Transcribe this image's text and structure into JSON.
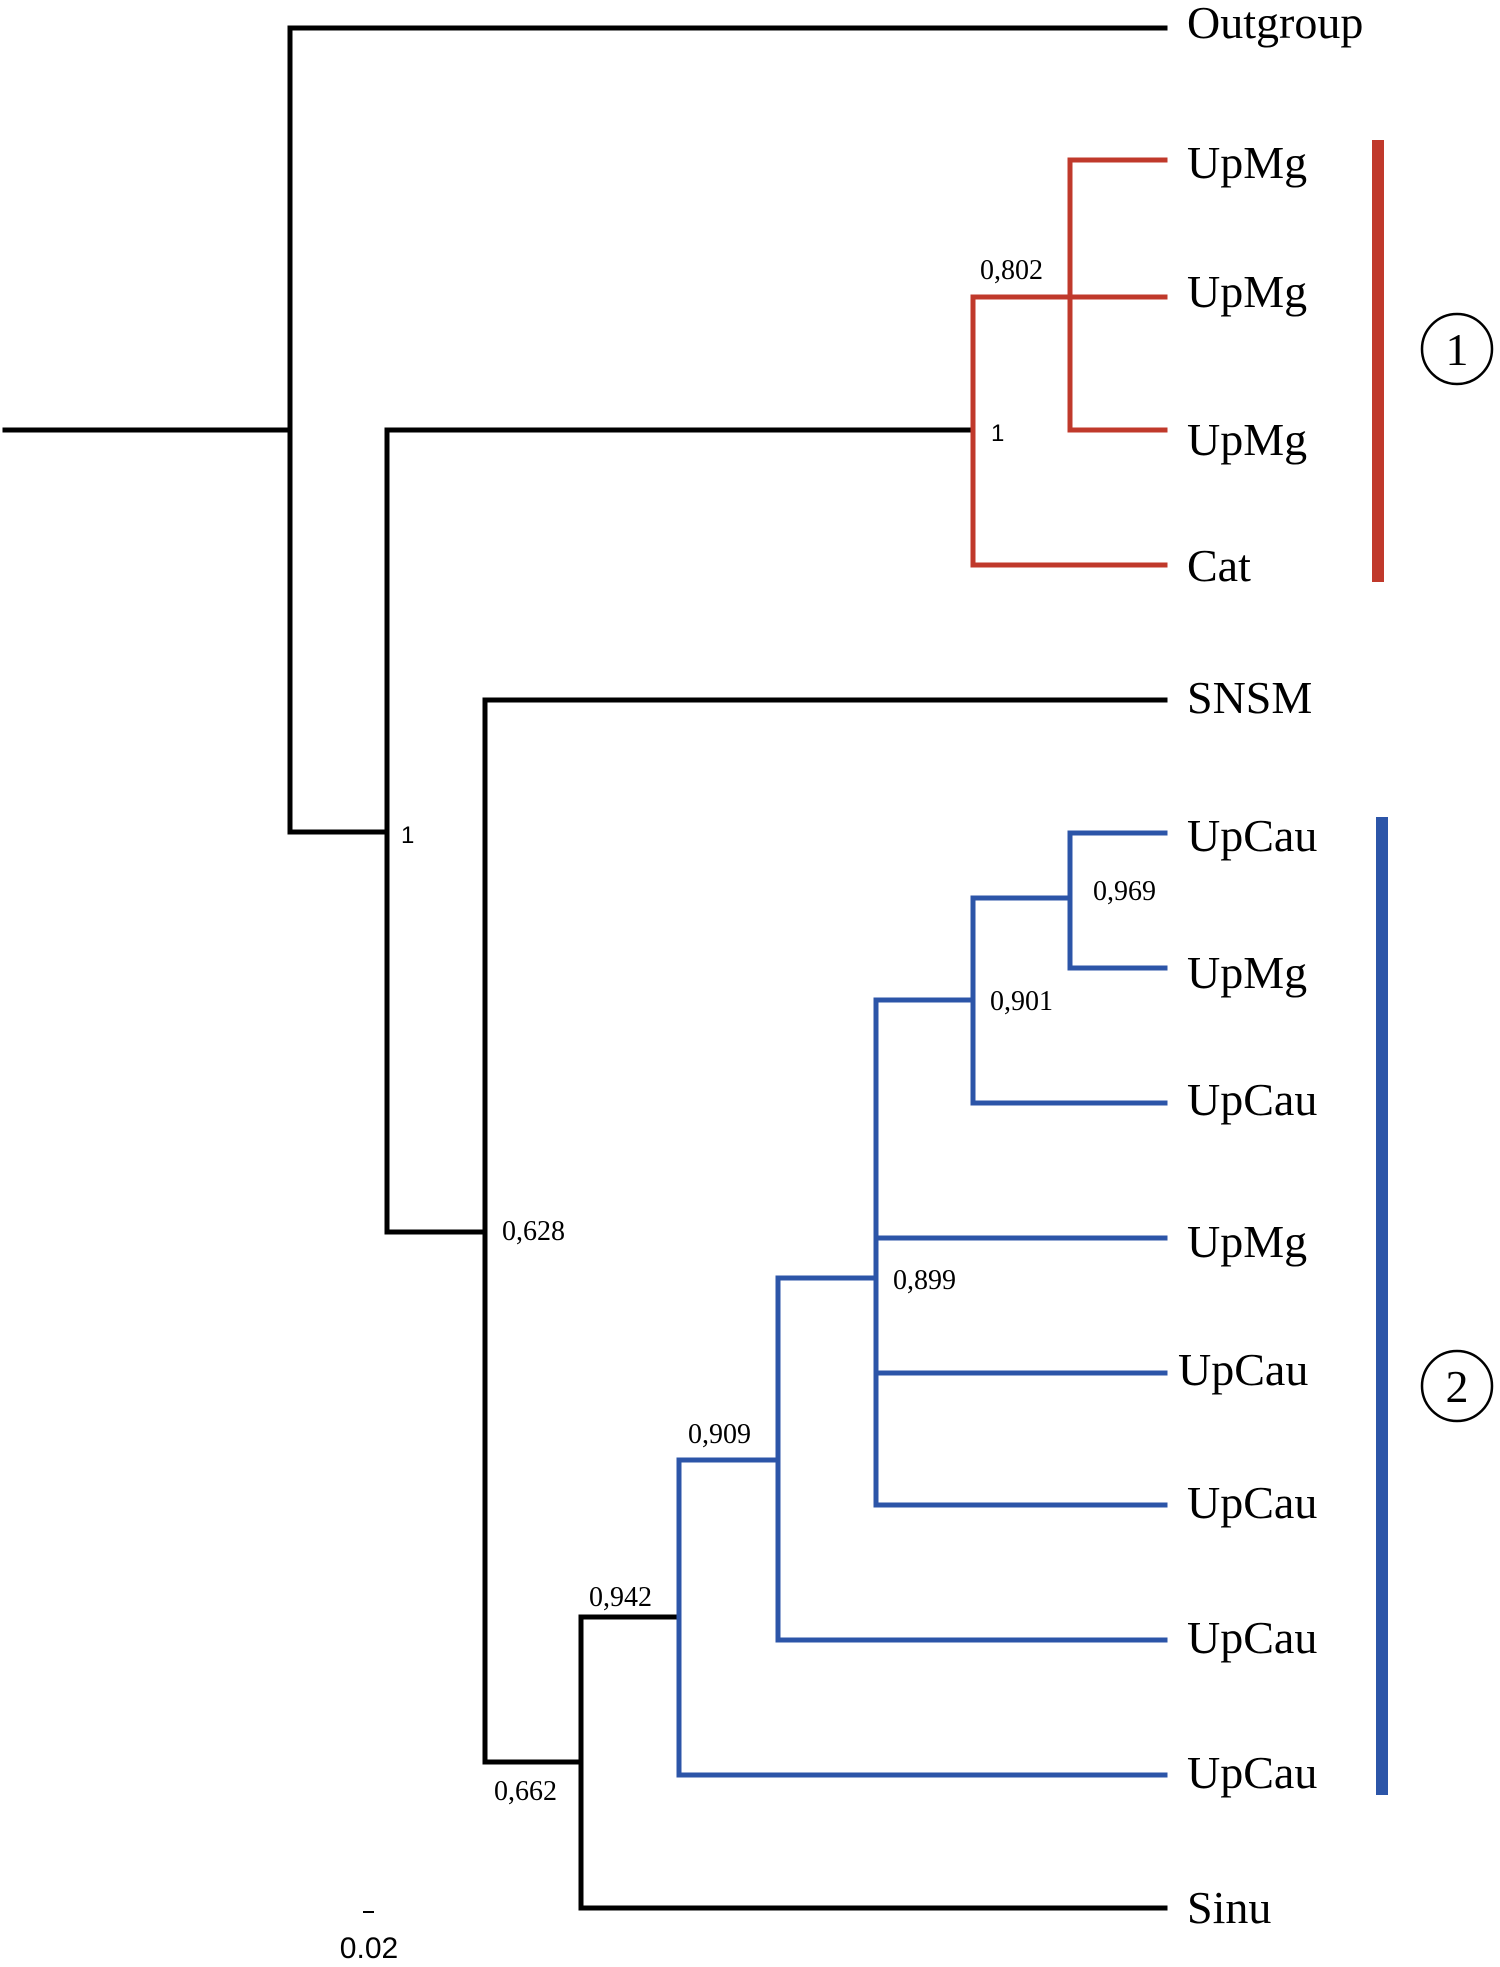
{
  "colors": {
    "black": "#000000",
    "clade1": "#c0392b",
    "clade2": "#2c55a8"
  },
  "taxa": {
    "outgroup": "Outgroup",
    "upmg_1": "UpMg",
    "upmg_2": "UpMg",
    "upmg_3": "UpMg",
    "cat": "Cat",
    "snsm": "SNSM",
    "upcau_1": "UpCau",
    "upmg_4": "UpMg",
    "upcau_2": "UpCau",
    "upmg_5": "UpMg",
    "upcau_3": "UpCau",
    "upcau_4": "UpCau",
    "upcau_5": "UpCau",
    "upcau_6": "UpCau",
    "sinu": "Sinu"
  },
  "support": {
    "clade1_inner": "0,802",
    "clade1_root": "1",
    "ingroup_root": "1",
    "snsm_node": "0,628",
    "upcau_upmg": "0,969",
    "subclade_901": "0,901",
    "subclade_899": "0,899",
    "subclade_909": "0,909",
    "clade2_root": "0,942",
    "sinu_node": "0,662"
  },
  "clades": {
    "clade1": "1",
    "clade2": "2"
  },
  "scale": {
    "label": "0.02"
  }
}
